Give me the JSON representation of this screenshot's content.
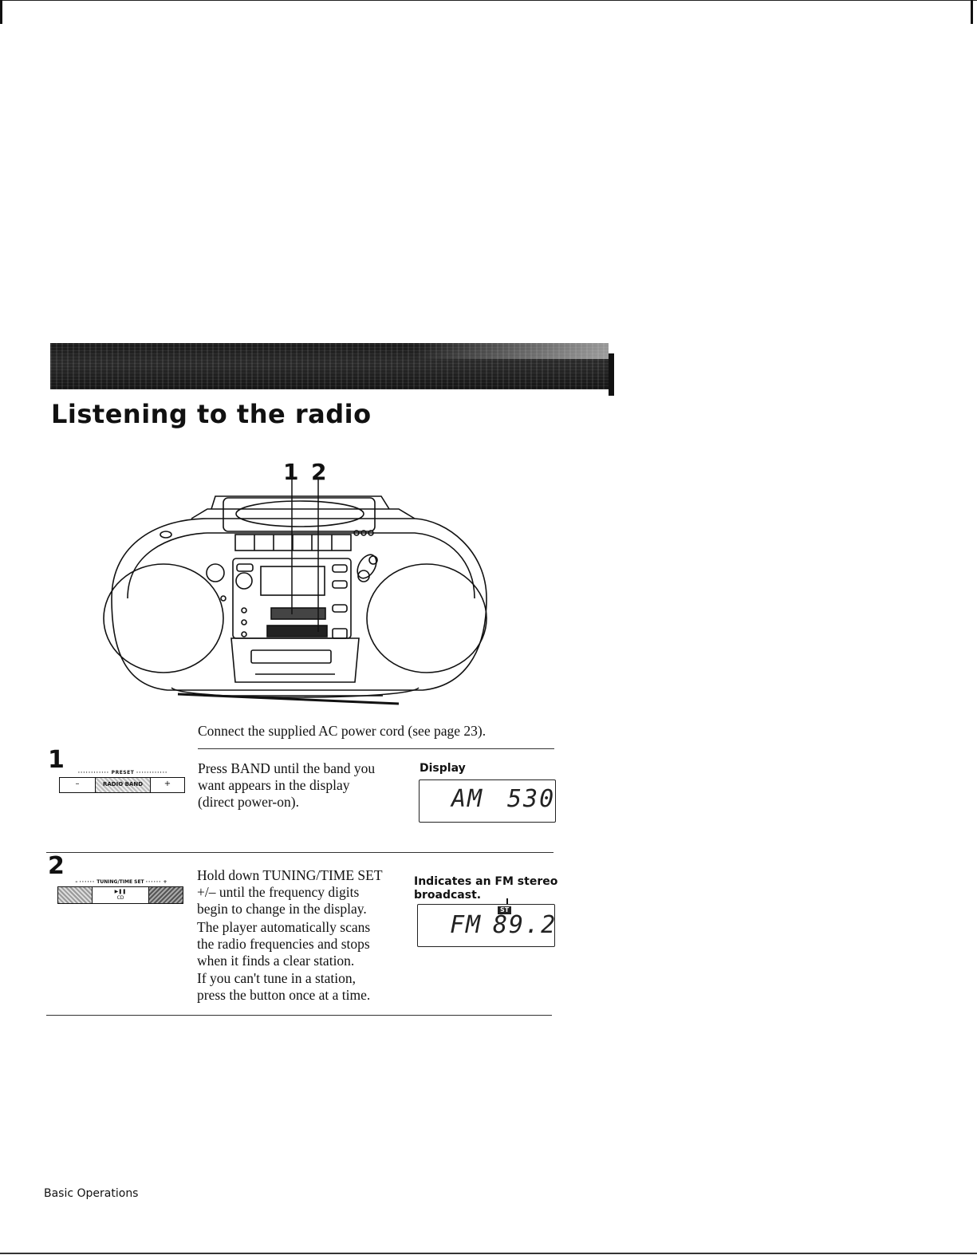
{
  "header": {
    "title": "Listening to the radio"
  },
  "illustration": {
    "callout_1": "1",
    "callout_2": "2"
  },
  "intro": "Connect the supplied AC power cord (see page 23).",
  "steps": [
    {
      "number": "1",
      "control": {
        "group_label": "PRESET",
        "minus": "–",
        "center": "RADIO BAND",
        "plus": "+"
      },
      "text": [
        "Press BAND until the band you",
        "want appears in the display",
        "(direct power-on)."
      ],
      "display_caption": "Display",
      "display_band": "AM",
      "display_freq": "530"
    },
    {
      "number": "2",
      "control": {
        "group_label": "TUNING/TIME SET",
        "minus": "–",
        "plus": "+",
        "center": "CD"
      },
      "text": [
        "Hold down TUNING/TIME SET",
        "+/– until the frequency digits",
        "begin to change in the display."
      ],
      "text2": [
        "The player automatically scans",
        "the radio frequencies and stops",
        "when it finds a clear station."
      ],
      "text3": [
        "If you can't tune in a station,",
        "press the button once at a time."
      ],
      "display_caption": [
        "Indicates an FM stereo",
        "broadcast."
      ],
      "display_badge": "ST",
      "display_band": "FM",
      "display_freq": "89.2"
    }
  ],
  "footer": {
    "section": "Basic Operations"
  }
}
